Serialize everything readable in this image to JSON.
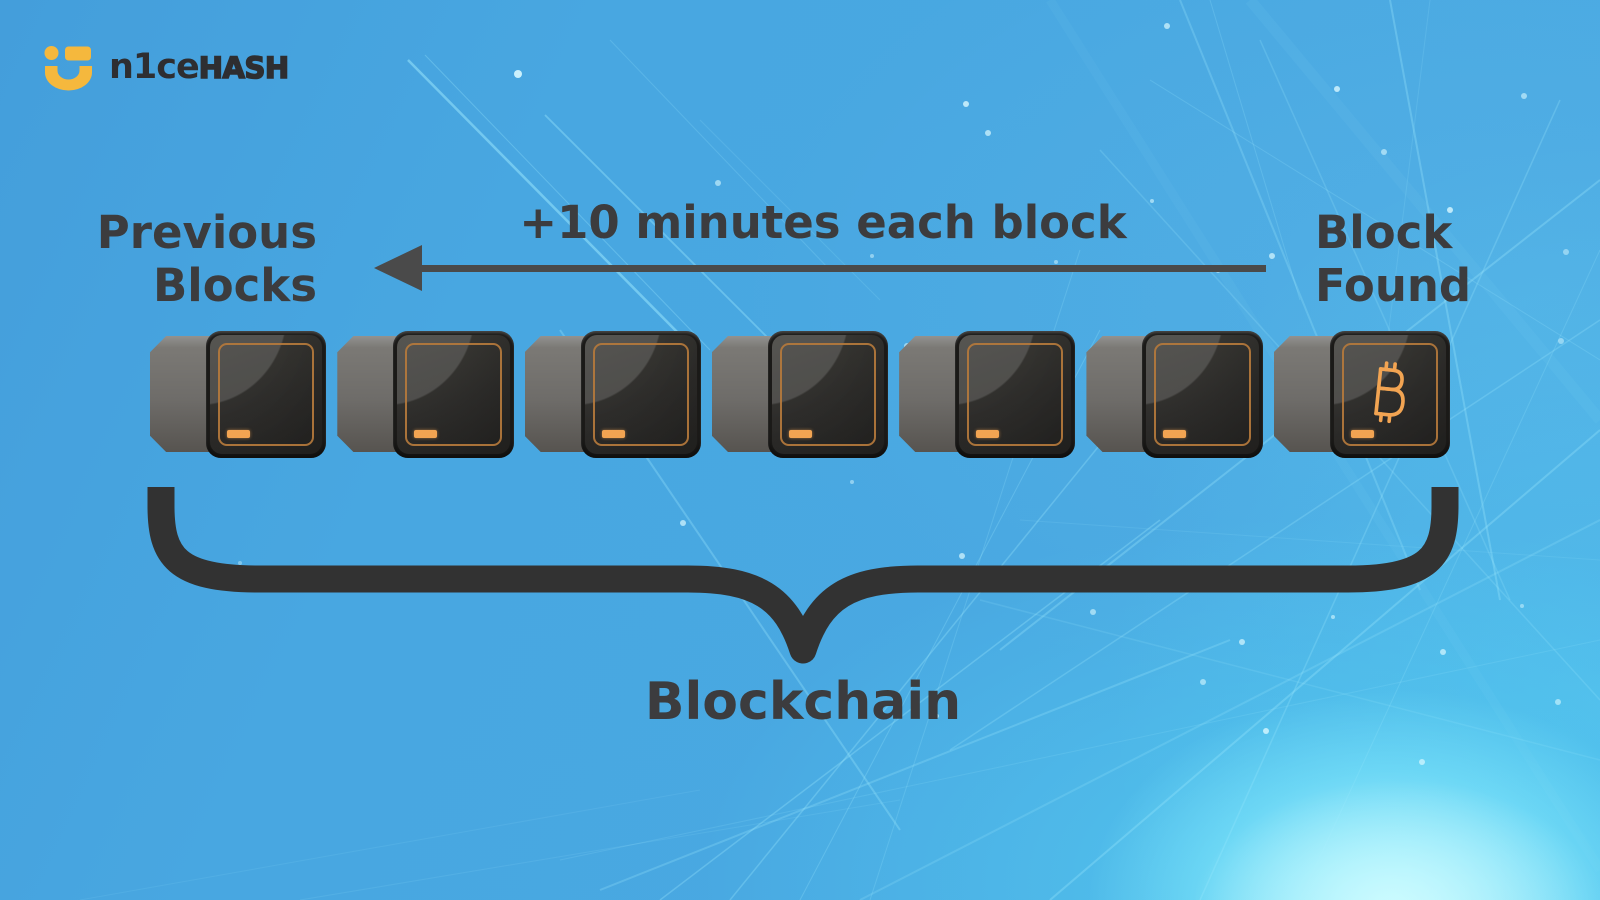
{
  "brand": {
    "name_regular": "n1ce",
    "name_bold": "hash",
    "logo_color": "#F5B83D",
    "text_color": "#2E2E31"
  },
  "labels": {
    "previous_blocks_line1": "Previous",
    "previous_blocks_line2": "Blocks",
    "arrow_caption": "+10 minutes each block",
    "block_found_line1": "Block",
    "block_found_line2": "Found",
    "brace_caption": "Blockchain"
  },
  "diagram": {
    "block_count": 7,
    "bitcoin_block_index": 6,
    "bitcoin_symbol": "₿",
    "colors": {
      "background": "#48A7E1",
      "text": "#3C3C3E",
      "arrow": "#4A4A4A",
      "brace": "#323232",
      "block_side": "#6E6C69",
      "block_face": "#2B2A28",
      "block_outline": "#B5793C",
      "bitcoin_orange": "#F2A452",
      "glow": "#40E0FF"
    }
  }
}
